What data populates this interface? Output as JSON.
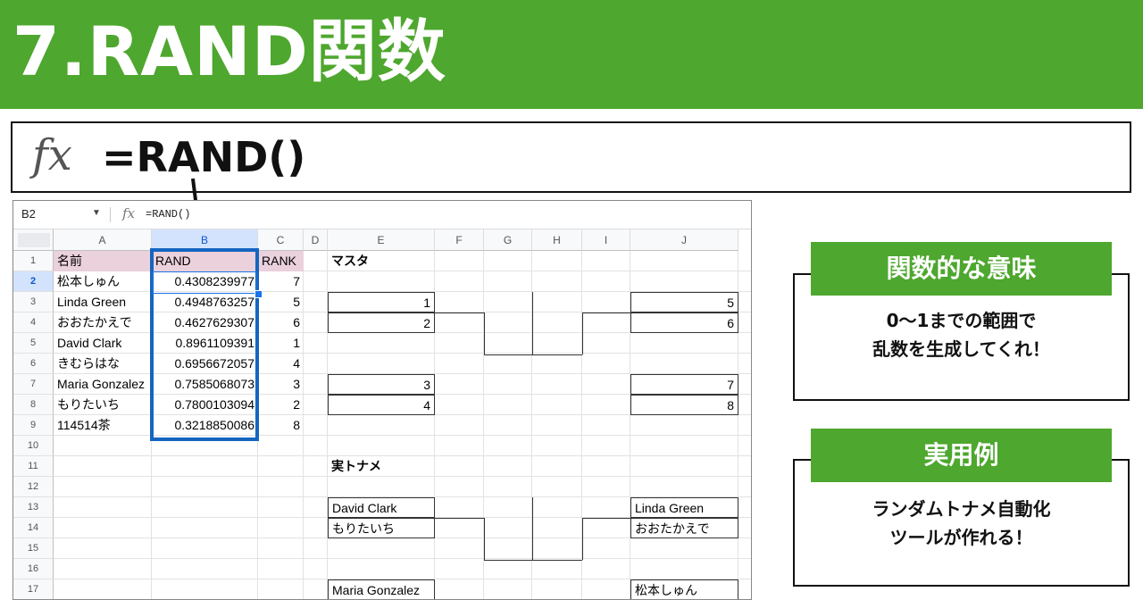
{
  "banner": {
    "title": "7.RAND関数"
  },
  "formula": {
    "fx_symbol": "fx",
    "text": "=RAND()"
  },
  "sheet": {
    "name_box": "B2",
    "formula_bar": "=RAND()",
    "columns": [
      "A",
      "B",
      "C",
      "D",
      "E",
      "F",
      "G",
      "H",
      "I",
      "J"
    ],
    "rows": [
      "1",
      "2",
      "3",
      "4",
      "5",
      "6",
      "7",
      "8",
      "9",
      "10",
      "11",
      "12",
      "13",
      "14",
      "15",
      "16",
      "17"
    ],
    "headers": {
      "name": "名前",
      "rand": "RAND",
      "rank": "RANK"
    },
    "data": [
      {
        "name": "松本しゅん",
        "rand": "0.4308239977",
        "rank": "7"
      },
      {
        "name": "Linda Green",
        "rand": "0.4948763257",
        "rank": "5"
      },
      {
        "name": "おおたかえで",
        "rand": "0.4627629307",
        "rank": "6"
      },
      {
        "name": "David Clark",
        "rand": "0.8961109391",
        "rank": "1"
      },
      {
        "name": "きむらはな",
        "rand": "0.6956672057",
        "rank": "4"
      },
      {
        "name": "Maria Gonzalez",
        "rand": "0.7585068073",
        "rank": "3"
      },
      {
        "name": "もりたいち",
        "rand": "0.7800103094",
        "rank": "2"
      },
      {
        "name": "114514茶",
        "rand": "0.3218850086",
        "rank": "8"
      }
    ],
    "master_label": "マスタ",
    "master": {
      "left": [
        "1",
        "2",
        "3",
        "4"
      ],
      "right": [
        "5",
        "6",
        "7",
        "8"
      ]
    },
    "actual_label": "実トナメ",
    "actual": {
      "left": [
        "David Clark",
        "もりたいち",
        "Maria Gonzalez"
      ],
      "right": [
        "Linda Green",
        "おおたかえで",
        "松本しゅん"
      ]
    }
  },
  "meaning_card": {
    "title": "関数的な意味",
    "line1": "0〜1までの範囲で",
    "line2": "乱数を生成してくれ！"
  },
  "example_card": {
    "title": "実用例",
    "line1": "ランダムトナメ自動化",
    "line2": "ツールが作れる！"
  },
  "colors": {
    "brand_green": "#4ea72e",
    "header_pink": "#ead1dc",
    "selection_blue": "#1565c0"
  }
}
